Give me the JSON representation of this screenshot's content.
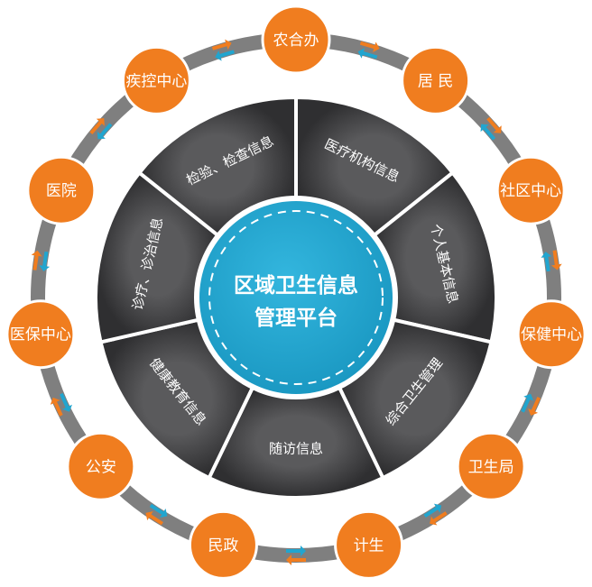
{
  "center": {
    "line1": "区域卫生信息",
    "line2": "管理平台"
  },
  "segments": [
    {
      "label": "医疗机构信息"
    },
    {
      "label": "个人基本信息"
    },
    {
      "label": "综合卫生管理"
    },
    {
      "label": "随访信息"
    },
    {
      "label": "健康教育信息"
    },
    {
      "label": "诊疗、诊治信息"
    },
    {
      "label": "检验、检查信息"
    }
  ],
  "nodes": [
    {
      "label": "农合办"
    },
    {
      "label": "居 民"
    },
    {
      "label": "社区中心"
    },
    {
      "label": "保健中心"
    },
    {
      "label": "卫生局"
    },
    {
      "label": "计生"
    },
    {
      "label": "民政"
    },
    {
      "label": "公安"
    },
    {
      "label": "医保中心"
    },
    {
      "label": "医院"
    },
    {
      "label": "疾控中心"
    }
  ],
  "colors": {
    "outer_ring": "#7f7f7f",
    "segment_dark": "#2f2f31",
    "segment_light": "#5a5a5c",
    "center": "#21a5cf",
    "node": "#f07d1f",
    "arrow_orange": "#f07d1f",
    "arrow_blue": "#21a5cf"
  }
}
